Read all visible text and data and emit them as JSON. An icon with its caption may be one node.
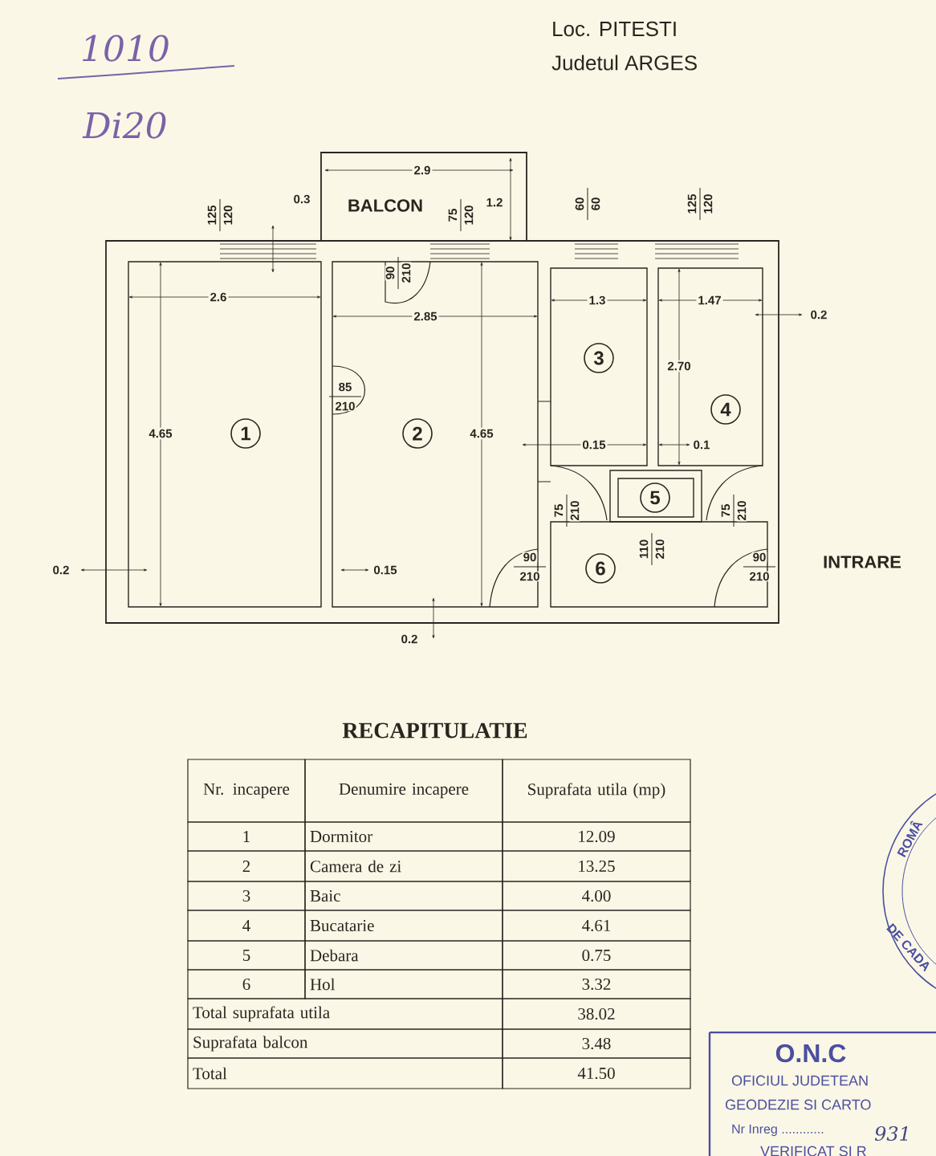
{
  "diagram": {
    "title": "RECAPITULATIE",
    "nodes": [
      {
        "text": [
          "1"
        ]
      },
      {
        "text": [
          "2"
        ]
      },
      {
        "text": [
          "3"
        ]
      },
      {
        "text": [
          "4"
        ]
      },
      {
        "text": [
          "5"
        ]
      },
      {
        "text": [
          "6"
        ]
      }
    ],
    "labels": [
      "1010",
      "Di20",
      "Loc. PITESTI",
      "Judetul ARGES",
      "2.9",
      "BALCON",
      "1.2",
      "125",
      "120",
      "0.3",
      "75",
      "120",
      "60",
      "60",
      "125",
      "120",
      "90",
      "210",
      "2.6",
      "2.85",
      "1.3",
      "1.47",
      "0.2",
      "85",
      "210",
      "4.65",
      "4.65",
      "2.70",
      "0.15",
      "0.1",
      "75",
      "210",
      "75",
      "210",
      "110",
      "210",
      "90",
      "210",
      "90",
      "210",
      "INTRARE",
      "0.2",
      "0.15",
      "0.2",
      "Nr. incapere",
      "Denumire incapere",
      "Suprafata utila (mp)",
      "1",
      "Dormitor",
      "12.09",
      "2",
      "Camera de zi",
      "13.25",
      "3",
      "Baic",
      "4.00",
      "4",
      "Bucatarie",
      "4.61",
      "5",
      "Debara",
      "0.75",
      "6",
      "Hol",
      "3.32",
      "Total suprafata utila",
      "38.02",
      "Suprafata balcon",
      "3.48",
      "Total",
      "41.50",
      "ROMÂ",
      "DE CADA",
      "O.N.C",
      "OFICIUL JUDETEAN",
      "GEODEZIE SI CARTO",
      "Nr Inreg ............",
      "931",
      "VERIFICAT SI R"
    ]
  }
}
